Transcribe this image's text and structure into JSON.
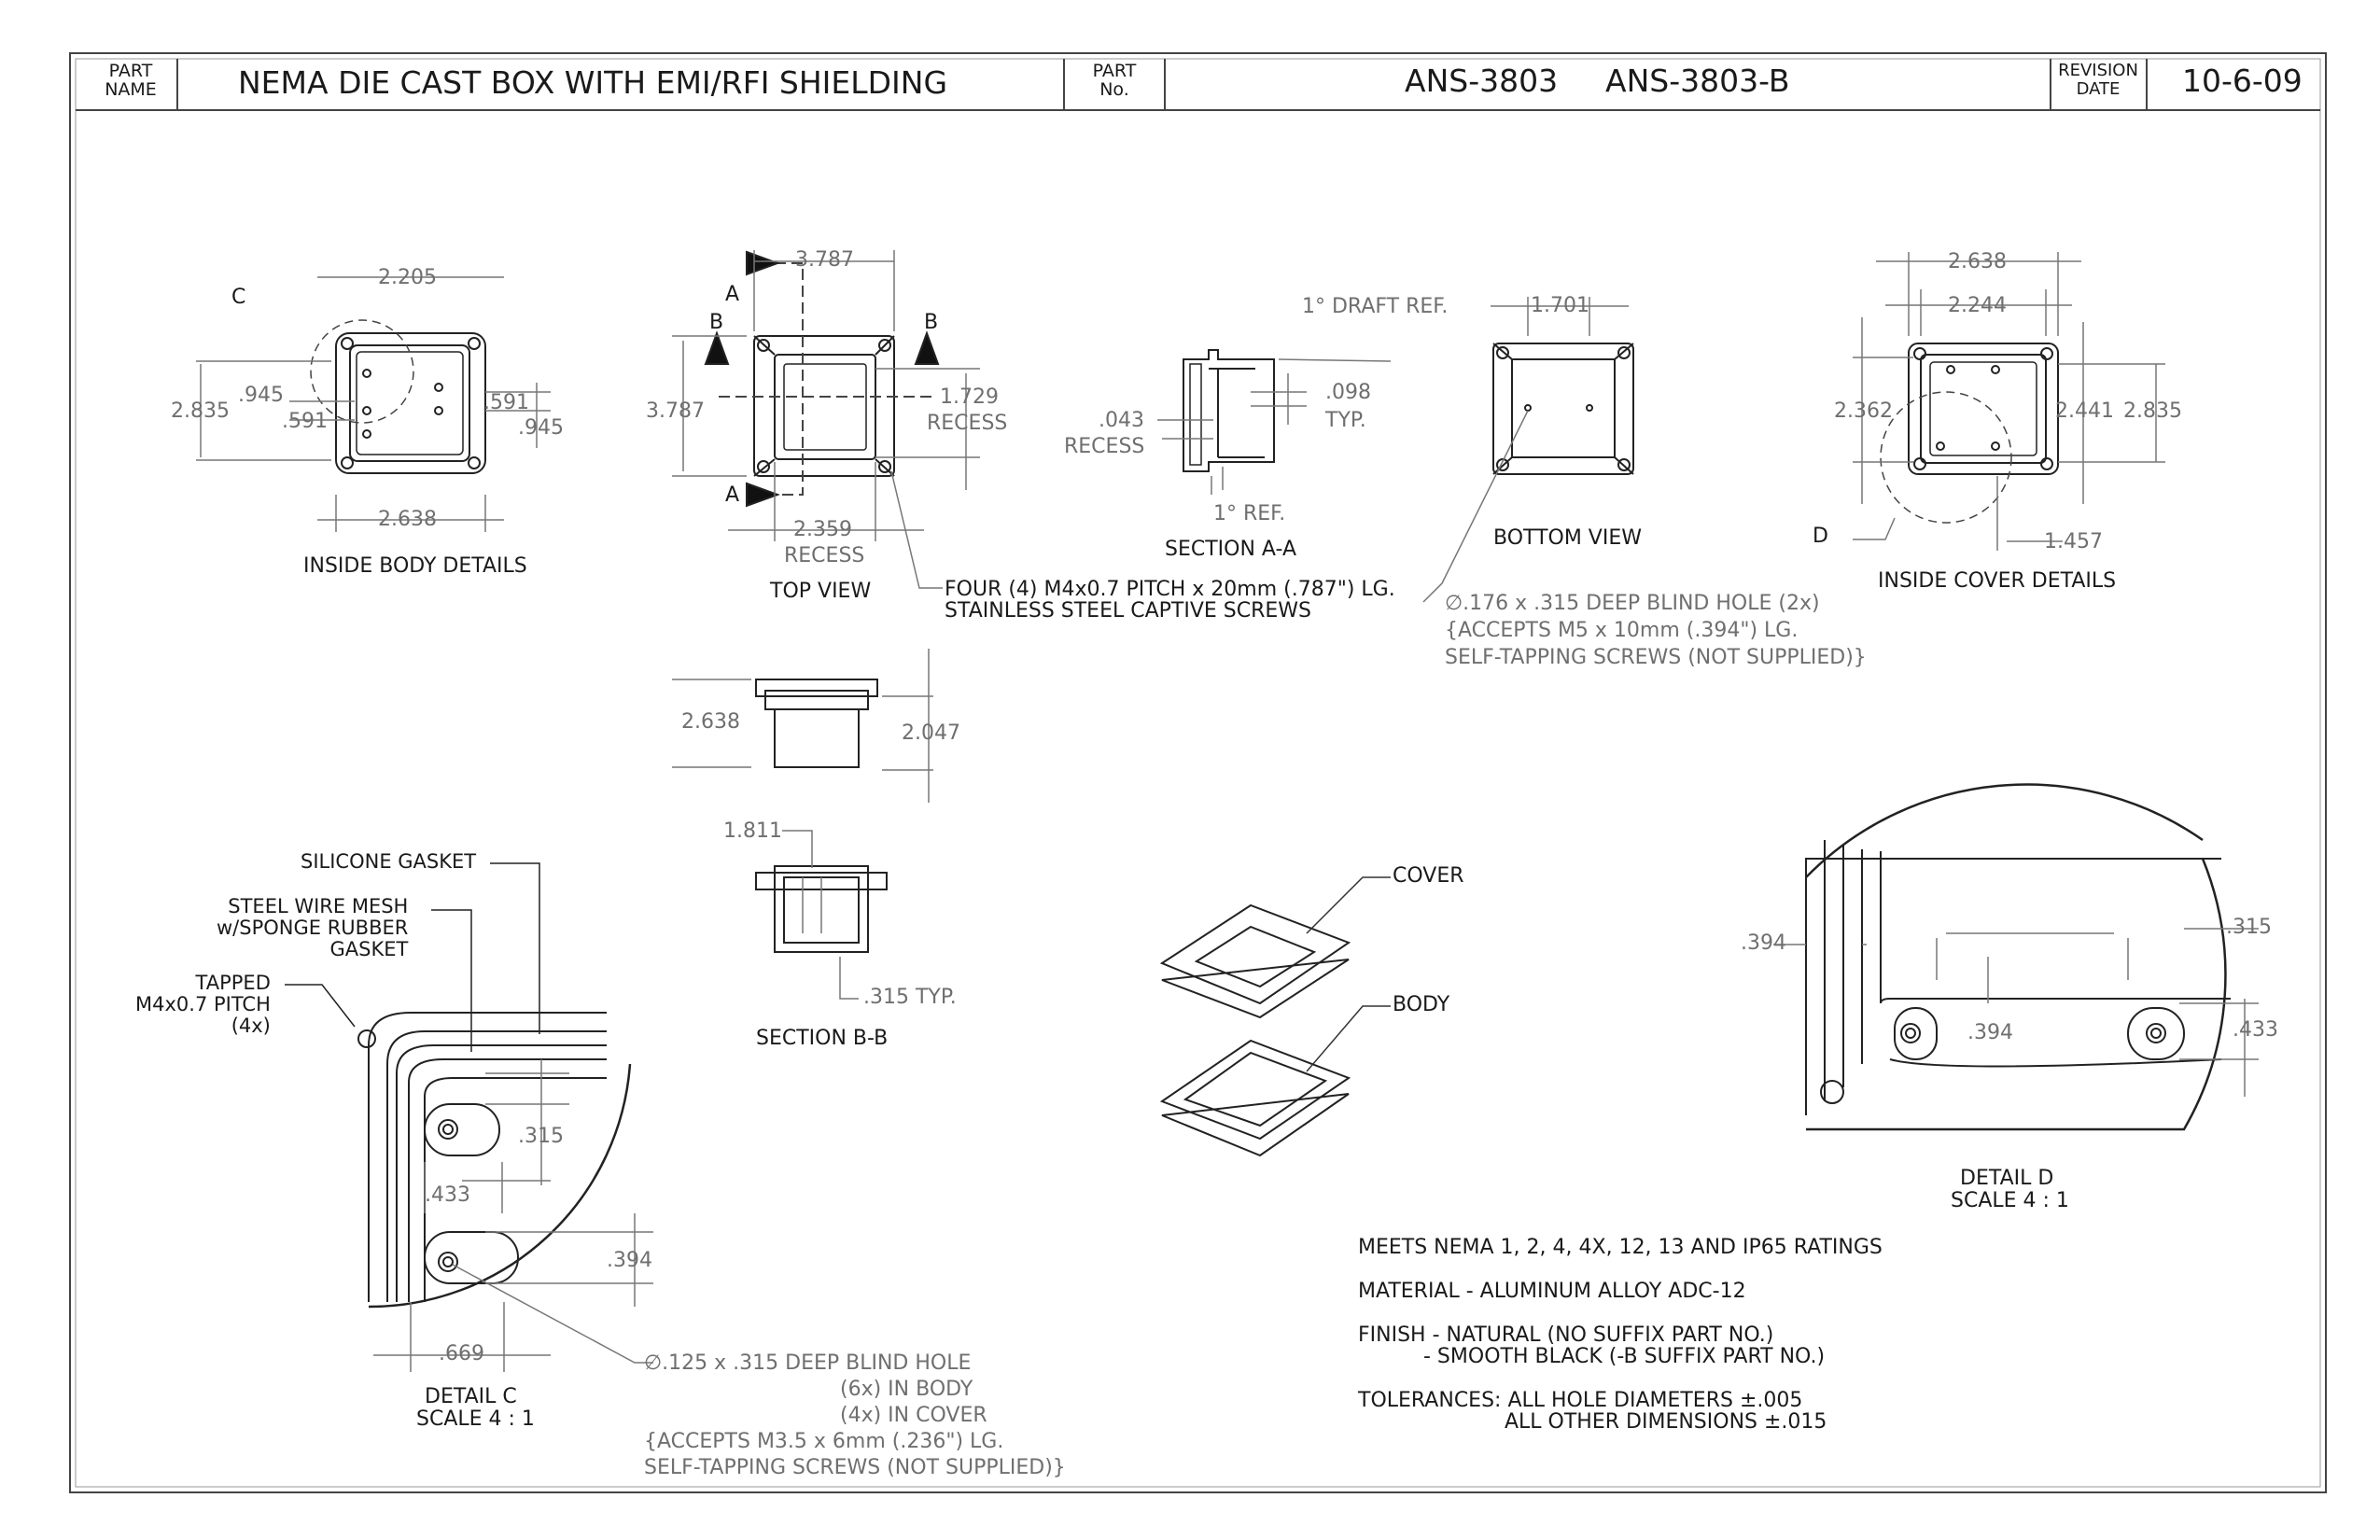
{
  "title_block": {
    "part_name_label": "PART\nNAME",
    "part_name": "NEMA DIE CAST BOX WITH EMI/RFI SHIELDING",
    "part_no_label": "PART\nNo.",
    "part_no_1": "ANS-3803",
    "part_no_2": "ANS-3803-B",
    "revision_label": "REVISION\nDATE",
    "revision_date": "10-6-09"
  },
  "views": {
    "inside_body": {
      "caption": "INSIDE BODY DETAILS",
      "callout": "C",
      "dims": [
        "2.205",
        "2.835",
        ".945",
        ".591",
        ".591",
        ".945",
        "2.638"
      ]
    },
    "top_view": {
      "caption": "TOP VIEW",
      "section_a": "A",
      "section_b": "B",
      "dims": [
        "3.787",
        "3.787",
        "1.729",
        "RECESS",
        "2.359",
        "RECESS"
      ]
    },
    "section_aa": {
      "caption": "SECTION A-A",
      "draft": "1° DRAFT REF.",
      "dims": [
        ".043",
        "RECESS",
        ".098",
        "TYP.",
        "1° REF."
      ]
    },
    "bottom_view": {
      "caption": "BOTTOM VIEW",
      "dims": [
        "1.701"
      ]
    },
    "inside_cover": {
      "caption": "INSIDE COVER DETAILS",
      "callout": "D",
      "dims": [
        "2.638",
        "2.244",
        "2.362",
        "2.441",
        "2.835",
        "1.457"
      ]
    },
    "side_view": {
      "dims": [
        "2.638",
        "2.047"
      ]
    },
    "section_bb": {
      "caption": "SECTION B-B",
      "dims": [
        "1.811",
        ".315 TYP."
      ]
    },
    "detail_c": {
      "caption": "DETAIL C",
      "scale": "SCALE 4 : 1",
      "labels": [
        "SILICONE GASKET",
        "STEEL WIRE MESH\nw/SPONGE RUBBER\nGASKET",
        "TAPPED\nM4x0.7 PITCH\n(4x)"
      ],
      "dims": [
        ".315",
        ".433",
        ".394",
        ".669"
      ]
    },
    "detail_d": {
      "caption": "DETAIL D",
      "scale": "SCALE 4 : 1",
      "dims": [
        ".394",
        ".315",
        ".394",
        ".433"
      ]
    },
    "isometric": {
      "cover_label": "COVER",
      "body_label": "BODY"
    }
  },
  "notes": {
    "screws": "FOUR (4) M4x0.7 PITCH x 20mm (.787\") LG.\nSTAINLESS STEEL CAPTIVE SCREWS",
    "bottom_hole": "∅.176 x .315 DEEP BLIND HOLE (2x)\n{ACCEPTS M5 x 10mm (.394\") LG.\nSELF-TAPPING SCREWS (NOT SUPPLIED)}",
    "blind_hole_1": "∅.125 x .315 DEEP BLIND HOLE",
    "blind_hole_2": "(6x) IN BODY",
    "blind_hole_3": "(4x) IN COVER",
    "blind_hole_4": "{ACCEPTS M3.5 x 6mm (.236\") LG.",
    "blind_hole_5": "SELF-TAPPING SCREWS (NOT SUPPLIED)}",
    "ratings": "MEETS NEMA 1, 2, 4, 4X, 12, 13 AND IP65 RATINGS",
    "material": "MATERIAL - ALUMINUM ALLOY ADC-12",
    "finish_1": "FINISH - NATURAL (NO SUFFIX PART NO.)",
    "finish_2": "- SMOOTH BLACK (-B SUFFIX PART NO.)",
    "tolerance_1": "TOLERANCES: ALL HOLE DIAMETERS ±.005",
    "tolerance_2": "ALL OTHER DIMENSIONS ±.015"
  }
}
